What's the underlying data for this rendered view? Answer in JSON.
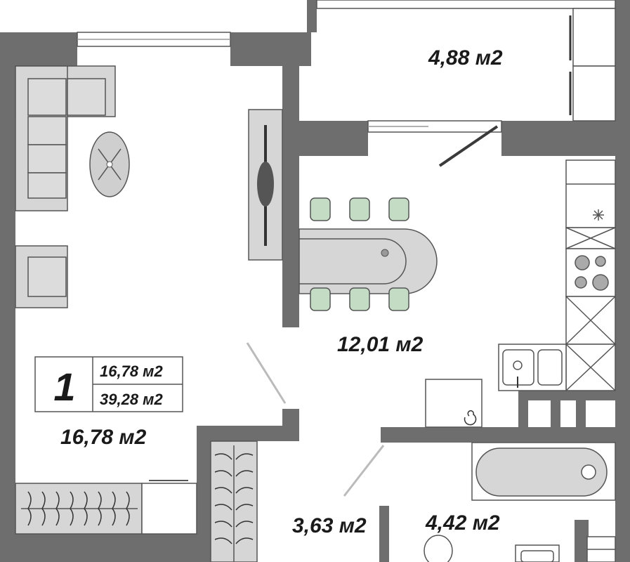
{
  "plan": {
    "rooms_count": "1",
    "living_area": "16,78 м2",
    "total_area": "39,28 м2",
    "areas": {
      "balcony": "4,88 м2",
      "kitchen": "12,01 м2",
      "living_room": "16,78 м2",
      "hallway": "3,63 м2",
      "bathroom": "4,42 м2"
    }
  },
  "colors": {
    "wall": "#6e6e6e",
    "furniture": "#d6d6d6",
    "chair": "#c4dcc4",
    "outline": "#444444"
  }
}
